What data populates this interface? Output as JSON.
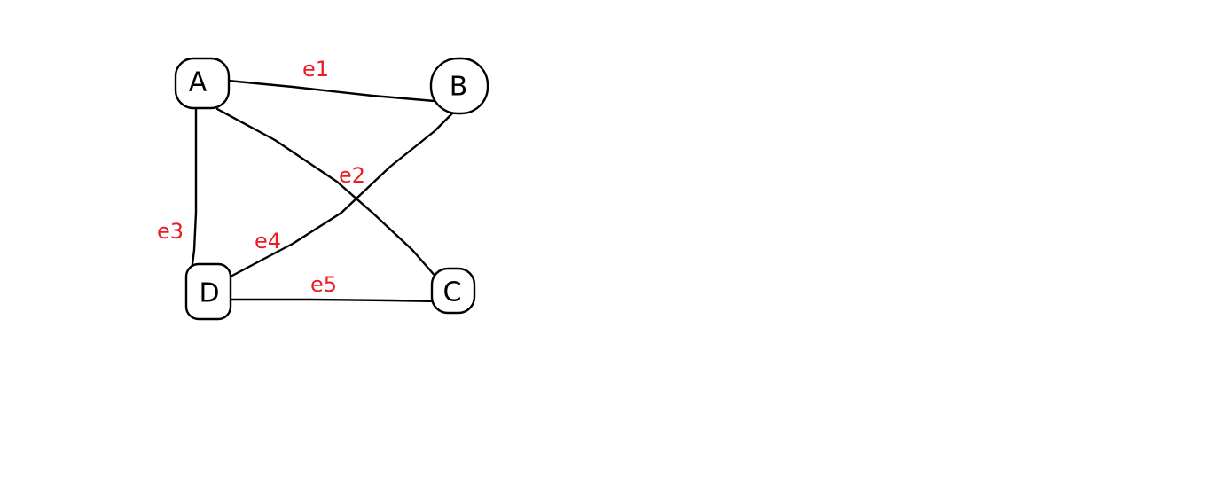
{
  "colors": {
    "background": "#ffffff",
    "stroke": "#000000",
    "label": "#ed1c24"
  },
  "nodes": [
    {
      "id": "A",
      "label": "A"
    },
    {
      "id": "B",
      "label": "B"
    },
    {
      "id": "C",
      "label": "C"
    },
    {
      "id": "D",
      "label": "D"
    }
  ],
  "edges": [
    {
      "id": "e1",
      "from": "A",
      "to": "B",
      "label": "e1"
    },
    {
      "id": "e2",
      "from": "A",
      "to": "C",
      "label": "e2"
    },
    {
      "id": "e3",
      "from": "A",
      "to": "D",
      "label": "e3"
    },
    {
      "id": "e4",
      "from": "B",
      "to": "D",
      "label": "e4"
    },
    {
      "id": "e5",
      "from": "D",
      "to": "C",
      "label": "e5"
    }
  ]
}
